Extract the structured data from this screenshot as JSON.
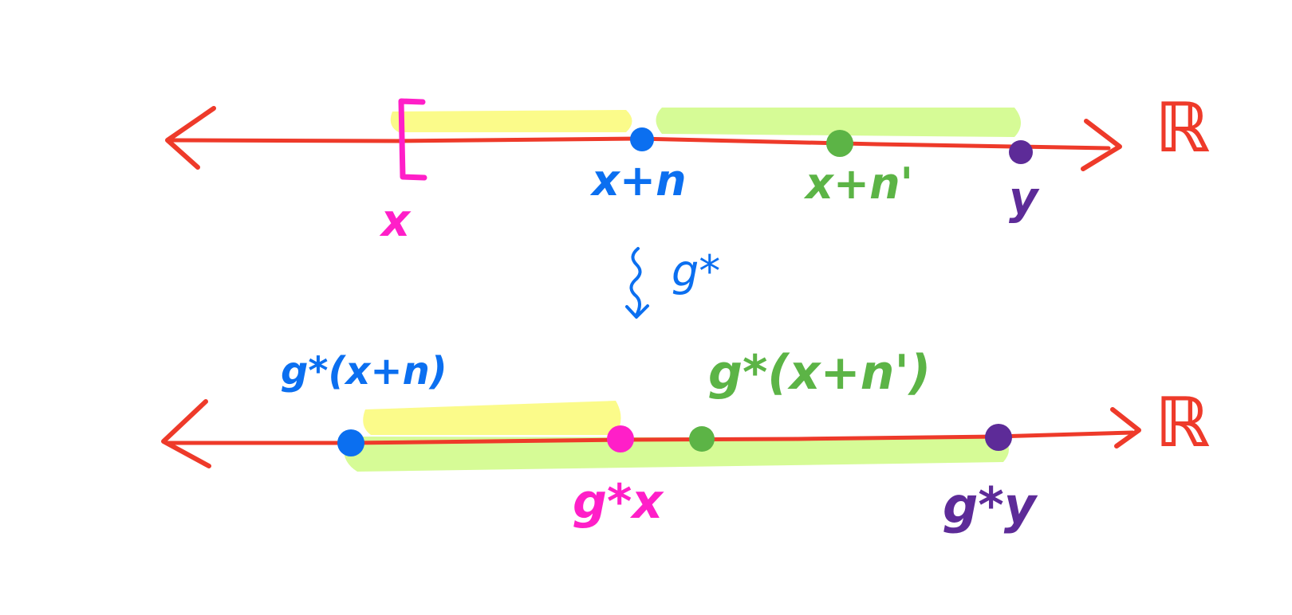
{
  "colors": {
    "axis": "#ee3a2a",
    "pink": "#ff1fc8",
    "blue": "#0b6ff0",
    "green": "#5cb446",
    "purple": "#5d2b98",
    "yellow_highlight": "#fbfb8a",
    "green_highlight": "#d6fb96"
  },
  "top_line": {
    "real_label": "ℝ",
    "bracket_label": "x",
    "point_blue_label": "x+n",
    "point_green_label": "x+n'",
    "point_purple_label": "y"
  },
  "map": {
    "label": "g*",
    "icon": "squiggle-down-arrow-icon"
  },
  "bottom_line": {
    "real_label": "ℝ",
    "point_blue_label": "g*(x+n)",
    "point_pink_label": "g*x",
    "point_green_label": "g*(x+n')",
    "point_purple_label": "g*y"
  }
}
